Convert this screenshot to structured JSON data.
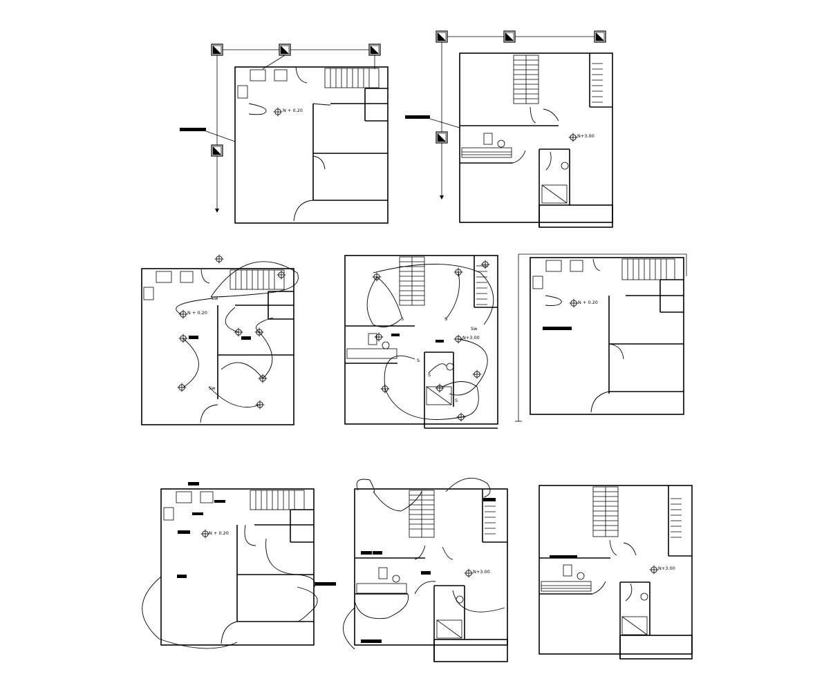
{
  "drawing": {
    "plans": [
      {
        "id": "plan-1",
        "level_label": "N + 0.20"
      },
      {
        "id": "plan-2",
        "level_label": "N+3.00"
      },
      {
        "id": "plan-3",
        "level_label": "N + 0.20"
      },
      {
        "id": "plan-4",
        "level_label": "N+3.00"
      },
      {
        "id": "plan-5",
        "level_label": "N + 0.20"
      },
      {
        "id": "plan-6",
        "level_label": "N + 0.20"
      },
      {
        "id": "plan-7",
        "level_label": "N+3.00"
      },
      {
        "id": "plan-8",
        "level_label": "N+3.00"
      }
    ],
    "switch_labels": {
      "sw": "Sw",
      "s": "S"
    },
    "icons": [
      "section-marker-icon",
      "light-fixture-icon",
      "stair-icon",
      "door-swing-icon",
      "sink-icon",
      "stove-icon",
      "toilet-icon"
    ]
  }
}
